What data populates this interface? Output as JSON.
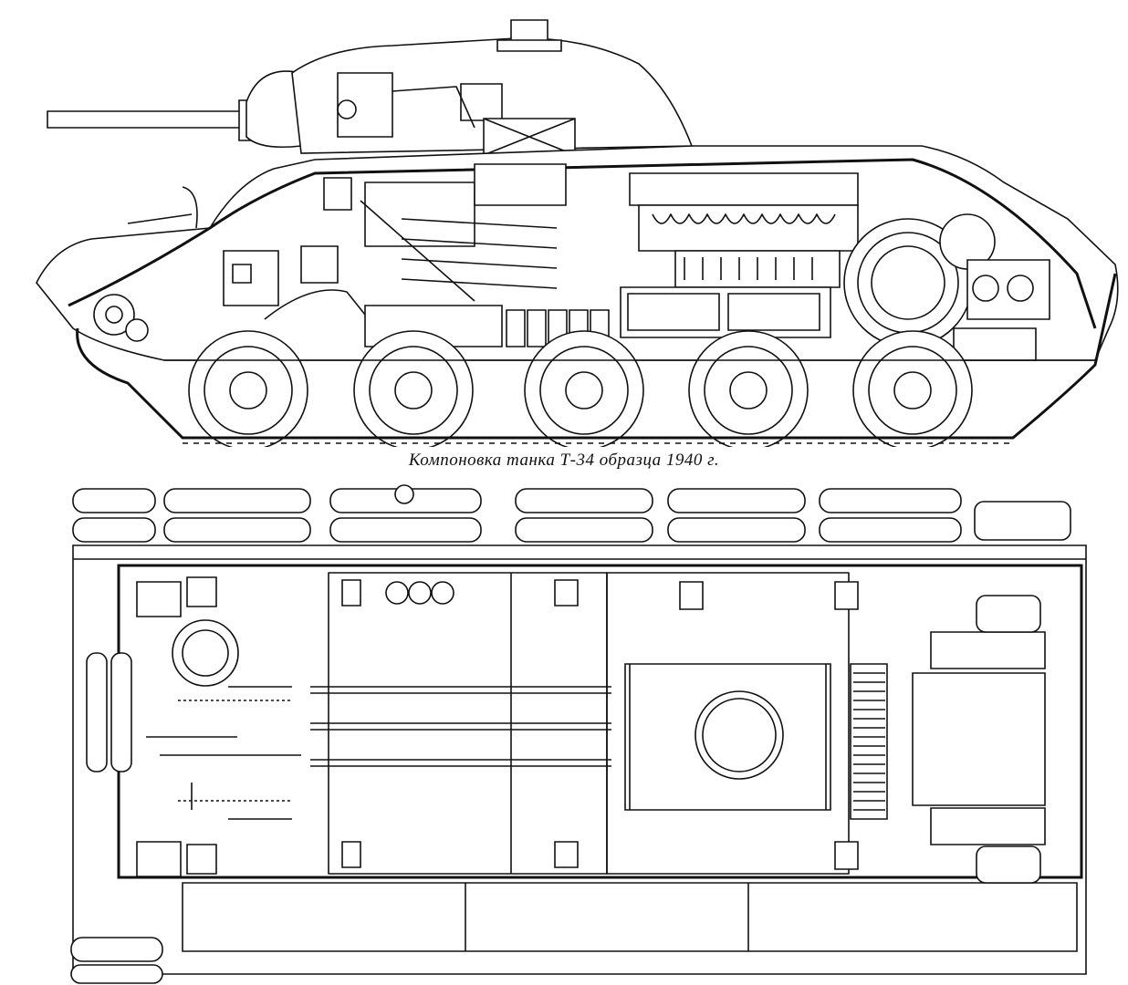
{
  "caption": "Компоновка танка Т-34 образца 1940 г.",
  "views": [
    {
      "id": "side-view",
      "icon": "tank-side-cutaway"
    },
    {
      "id": "top-view",
      "icon": "tank-top-cutaway"
    }
  ],
  "colors": {
    "ink": "#111111",
    "paper": "#ffffff"
  }
}
